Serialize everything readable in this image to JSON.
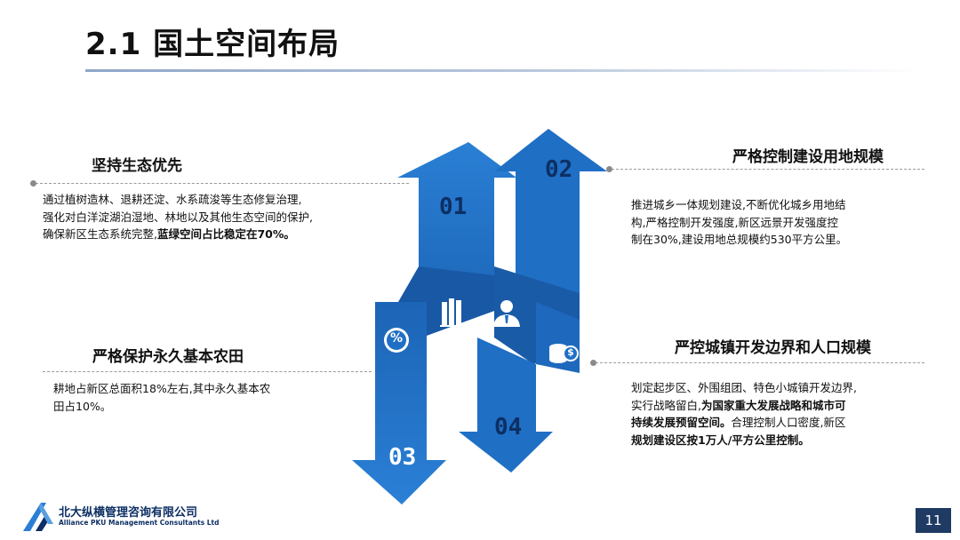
{
  "slide": {
    "title": "2.1 国土空间布局",
    "page_number": "11"
  },
  "sections": {
    "s1": {
      "heading": "坚持生态优先",
      "lines": [
        "通过植树造林、退耕还淀、水系疏浚等生态修复治理,",
        "强化对白洋淀湖泊湿地、林地以及其他生态空间的保护,",
        "确保新区生态系统完整,"
      ],
      "bold_tail": "蓝绿空间占比稳定在70%。"
    },
    "s2": {
      "heading": "严格控制建设用地规模",
      "lines": [
        "推进城乡一体规划建设,不断优化城乡用地结",
        "构,严格控制开发强度,新区远景开发强度控",
        "制在30%,建设用地总规模约530平方公里。"
      ]
    },
    "s3": {
      "heading": "严格保护永久基本农田",
      "lines": [
        "耕地占新区总面积18%左右,其中永久基本农",
        "田占10%。"
      ]
    },
    "s4": {
      "heading": "严控城镇开发边界和人口规模",
      "line1": "划定起步区、外围组团、特色小城镇开发边界,",
      "line2_plain": "实行战略留白,",
      "line2_bold": "为国家重大发展战略和城市可",
      "line3_bold": "持续发展预留空间。",
      "line3_plain": "合理控制人口密度,新区",
      "line4": "规划建设区按1万人/平方公里控制。"
    }
  },
  "arrows": {
    "a1": "01",
    "a2": "02",
    "a3": "03",
    "a4": "04"
  },
  "icons": {
    "percent": "%",
    "dollar": "$"
  },
  "company": {
    "name_cn": "北大纵横管理咨询有限公司",
    "name_en": "Alliance PKU Management Consultants Ltd"
  },
  "colors": {
    "arrow_blue": "#1f6fc5",
    "arrow_dark": "#0f4c96",
    "navy": "#0d2f63"
  }
}
